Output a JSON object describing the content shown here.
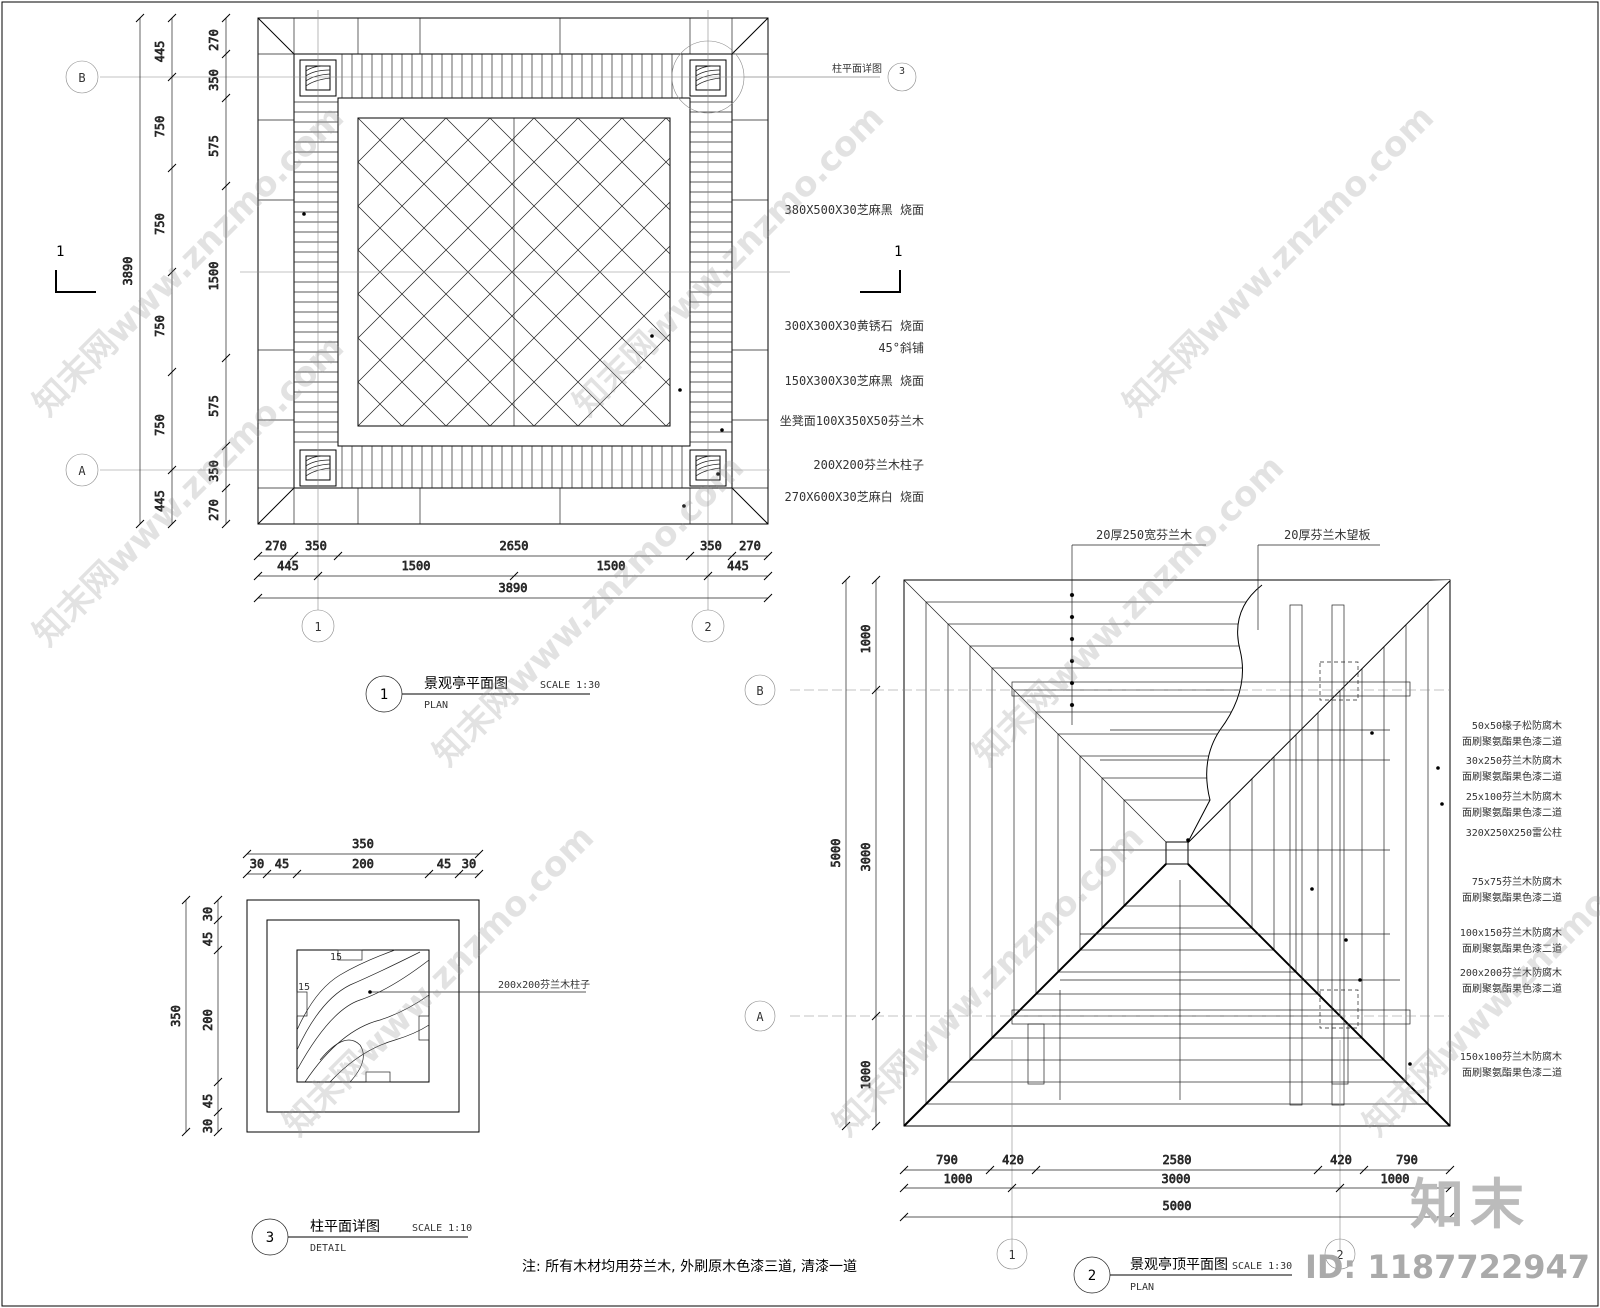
{
  "plan1": {
    "title_num": "1",
    "title": "景观亭平面图",
    "scale": "SCALE 1:30",
    "sub": "PLAN",
    "axis_b": "B",
    "axis_a": "A",
    "axis_1": "1",
    "axis_2": "2",
    "section_mark": "1",
    "left_dims_outer": [
      "445",
      "750",
      "750",
      "750",
      "750",
      "445"
    ],
    "left_dims_inner": [
      "270",
      "350",
      "575",
      "1500",
      "575",
      "350",
      "270"
    ],
    "left_total": "3890",
    "bottom_row1": [
      "270",
      "350",
      "2650",
      "350",
      "270"
    ],
    "bottom_row2": [
      "445",
      "1500",
      "1500",
      "445"
    ],
    "bottom_total": "3890",
    "detail_ref": "柱平面详图",
    "detail_ref_num": "3",
    "labels": [
      "380X500X30芝麻黑 烧面",
      "300X300X30黄锈石 烧面",
      "45°斜铺",
      "150X300X30芝麻黑 烧面",
      "坐凳面100X350X50芬兰木",
      "200X200芬兰木柱子",
      "270X600X30芝麻白 烧面"
    ]
  },
  "plan2": {
    "title_num": "2",
    "title": "景观亭顶平面图",
    "scale": "SCALE 1:30",
    "sub": "PLAN",
    "top_labels": [
      "20厚250宽芬兰木",
      "20厚芬兰木望板"
    ],
    "left_dims": [
      "1000",
      "3000",
      "1000"
    ],
    "left_total": "5000",
    "bottom_row1": [
      "790",
      "420",
      "2580",
      "420",
      "790"
    ],
    "bottom_row2": [
      "1000",
      "3000",
      "1000"
    ],
    "bottom_total": "5000",
    "right_labels": [
      [
        "50x50椽子松防腐木",
        "面刷聚氨酯果色漆二道"
      ],
      [
        "30x250芬兰木防腐木",
        "面刷聚氨酯果色漆二道"
      ],
      [
        "25x100芬兰木防腐木",
        "面刷聚氨酯果色漆二道"
      ],
      [
        "320X250X250雷公柱",
        ""
      ],
      [
        "75x75芬兰木防腐木",
        "面刷聚氨酯果色漆二道"
      ],
      [
        "100x150芬兰木防腐木",
        "面刷聚氨酯果色漆二道"
      ],
      [
        "200x200芬兰木防腐木",
        "面刷聚氨酯果色漆二道"
      ],
      [
        "150x100芬兰木防腐木",
        "面刷聚氨酯果色漆二道"
      ]
    ]
  },
  "detail3": {
    "title_num": "3",
    "title": "柱平面详图",
    "scale": "SCALE 1:10",
    "sub": "DETAIL",
    "top_total": "350",
    "top_dims": [
      "30",
      "45",
      "200",
      "45",
      "30"
    ],
    "left_total": "350",
    "left_dims": [
      "30",
      "45",
      "200",
      "45",
      "30"
    ],
    "small_dims": [
      "15",
      "15"
    ],
    "label": "200x200芬兰木柱子"
  },
  "note": "注: 所有木材均用芬兰木, 外刷原木色漆三道, 清漆一道",
  "watermark": "知末网www.znzmo.com",
  "brand": "知末",
  "id_text": "ID: 1187722947"
}
